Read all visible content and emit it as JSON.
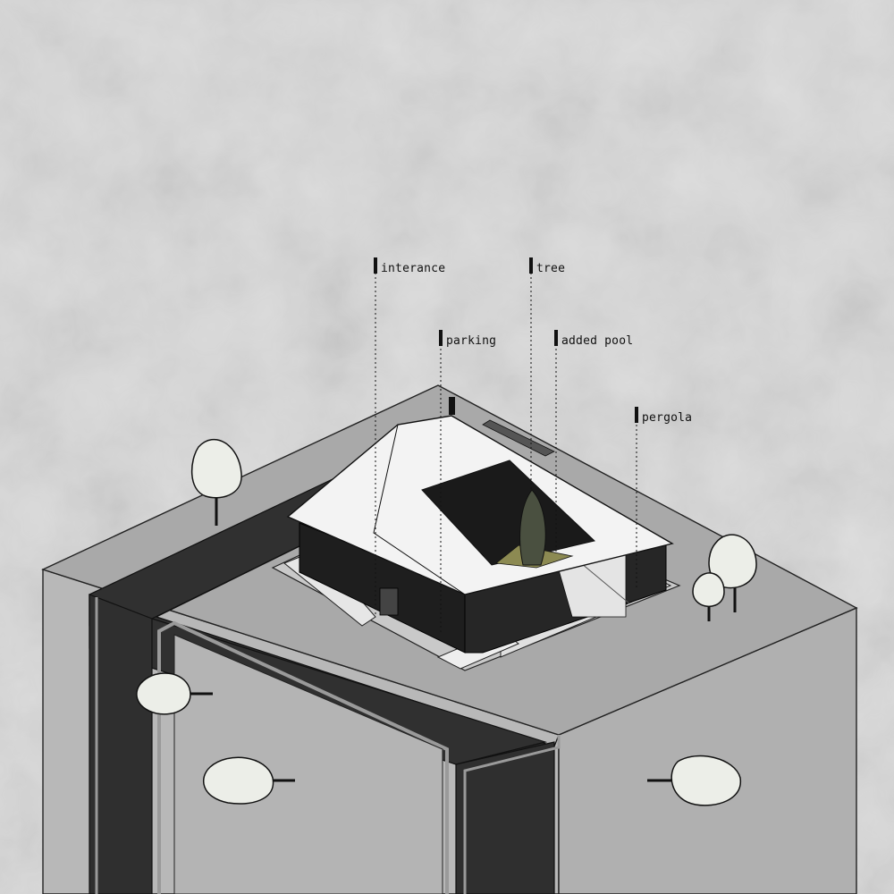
{
  "labels": {
    "interance": "interance",
    "tree": "tree",
    "parking": "parking",
    "added_pool": "added pool",
    "pergola": "pergola"
  },
  "colors": {
    "background": "#d9d9d9",
    "block_side": "#b5b5b5",
    "block_top": "#a9a9a9",
    "road": "#2e2e2e",
    "roof": "#f2f2f2",
    "building_dark": "#1c1c1c",
    "tree_canopy": "#eceee8",
    "cypress": "#4a5040",
    "pool_accent": "#8c8a52"
  }
}
